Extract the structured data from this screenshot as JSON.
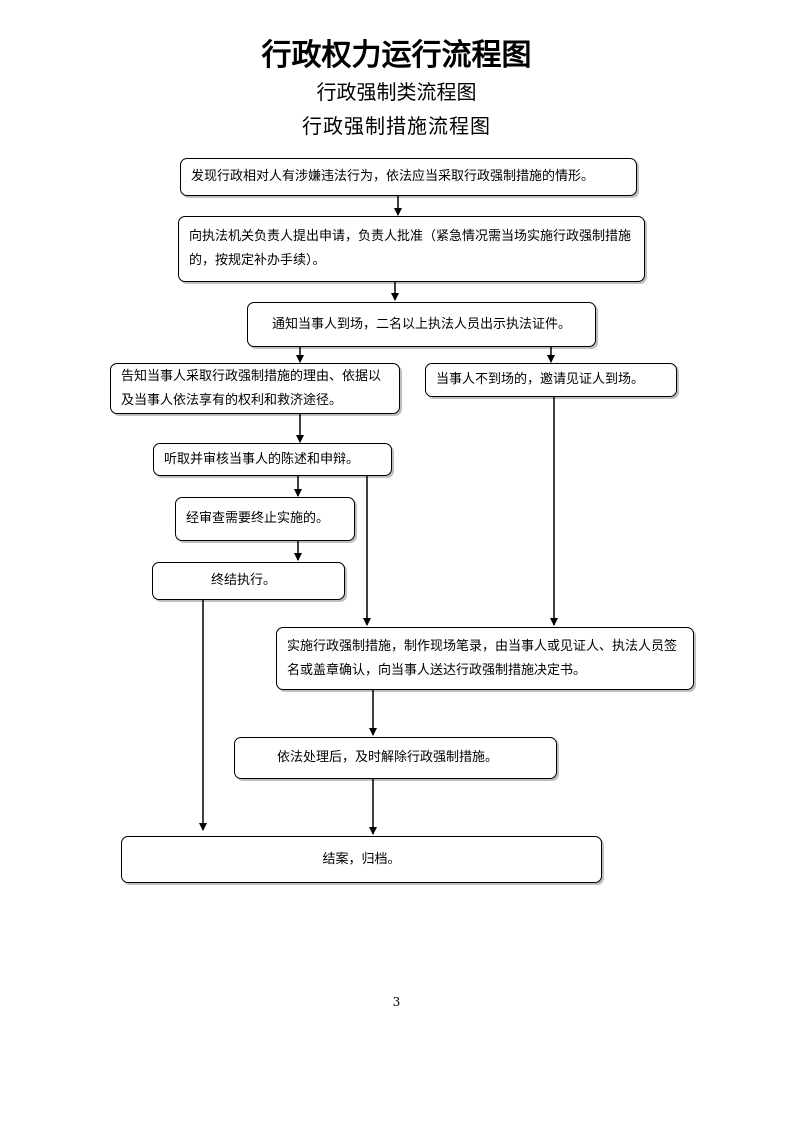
{
  "header": {
    "main_title": "行政权力运行流程图",
    "subtitle": "行政强制类流程图",
    "flow_title": "行政强制措施流程图"
  },
  "flowchart": {
    "steps": [
      {
        "id": "discover",
        "text": "发现行政相对人有涉嫌违法行为，依法应当采取行政强制措施的情形。"
      },
      {
        "id": "apply",
        "text": "向执法机关负责人提出申请，负责人批准（紧急情况需当场实施行政强制措施的，按规定补办手续）。"
      },
      {
        "id": "notify",
        "text": "通知当事人到场，二名以上执法人员出示执法证件。"
      },
      {
        "id": "inform",
        "text": "告知当事人采取行政强制措施的理由、依据以及当事人依法享有的权利和救济途径。"
      },
      {
        "id": "absent",
        "text": "当事人不到场的，邀请见证人到场。"
      },
      {
        "id": "hear",
        "text": "听取并审核当事人的陈述和申辩。"
      },
      {
        "id": "review",
        "text": "经审查需要终止实施的。"
      },
      {
        "id": "terminate",
        "text": "终结执行。"
      },
      {
        "id": "implement",
        "text": "实施行政强制措施，制作现场笔录，由当事人或见证人、执法人员签名或盖章确认，向当事人送达行政强制措施决定书。"
      },
      {
        "id": "release",
        "text": "依法处理后，及时解除行政强制措施。"
      },
      {
        "id": "close",
        "text": "结案，归档。"
      }
    ]
  },
  "footer": {
    "page_number": "3"
  }
}
